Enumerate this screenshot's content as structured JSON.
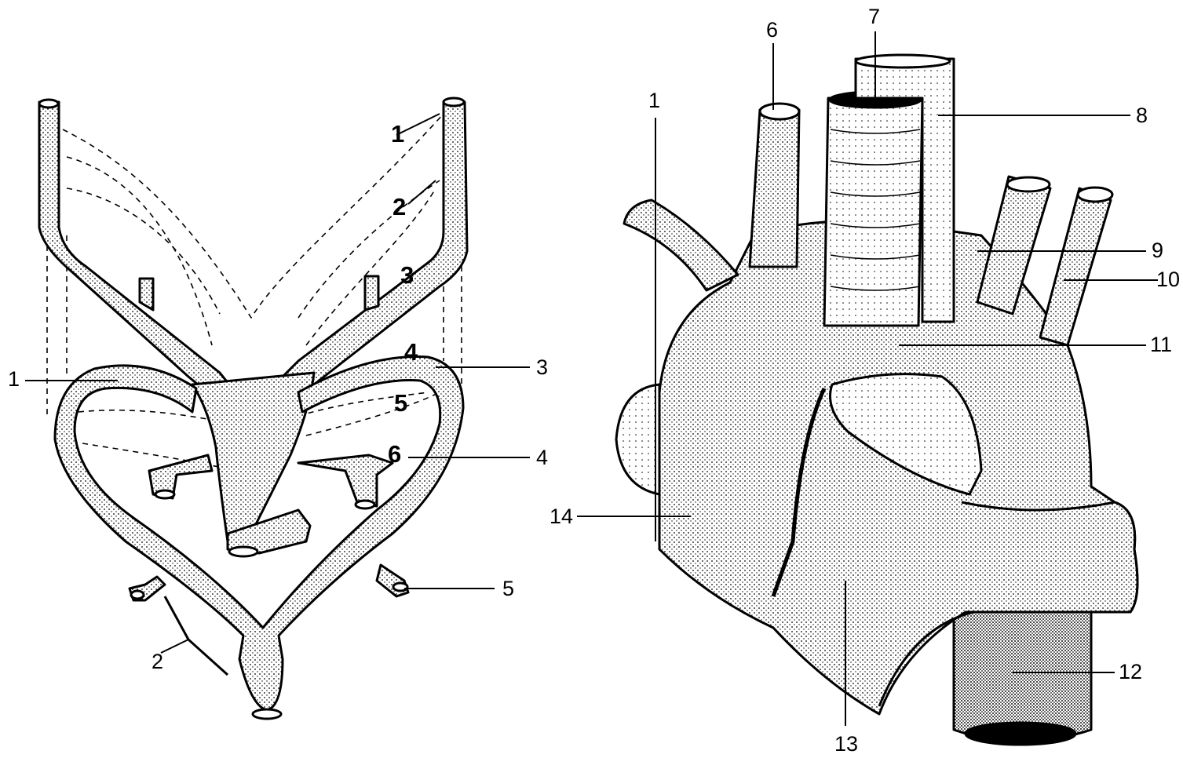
{
  "left_figure": {
    "arch_numbers": [
      "1",
      "2",
      "3",
      "4",
      "5",
      "6"
    ],
    "leaders": [
      "1",
      "2",
      "3",
      "4",
      "5"
    ]
  },
  "right_figure": {
    "leaders": [
      "1",
      "6",
      "7",
      "8",
      "9",
      "10",
      "11",
      "12",
      "13",
      "14"
    ]
  },
  "colors": {
    "ink": "#000000",
    "paper": "#ffffff"
  }
}
